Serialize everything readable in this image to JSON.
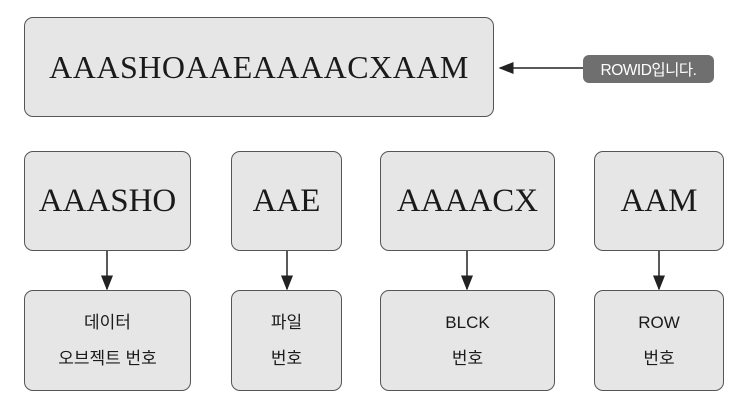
{
  "rowid": "AAASHOAAEAAAACXAAM",
  "callout": "ROWID입니다.",
  "parts": [
    {
      "code": "AAASHO",
      "line1": "데이터",
      "line2": "오브젝트 번호"
    },
    {
      "code": "AAE",
      "line1": "파일",
      "line2": "번호"
    },
    {
      "code": "AAAACX",
      "line1": "BLCK",
      "line2": "번호"
    },
    {
      "code": "AAM",
      "line1": "ROW",
      "line2": "번호"
    }
  ]
}
